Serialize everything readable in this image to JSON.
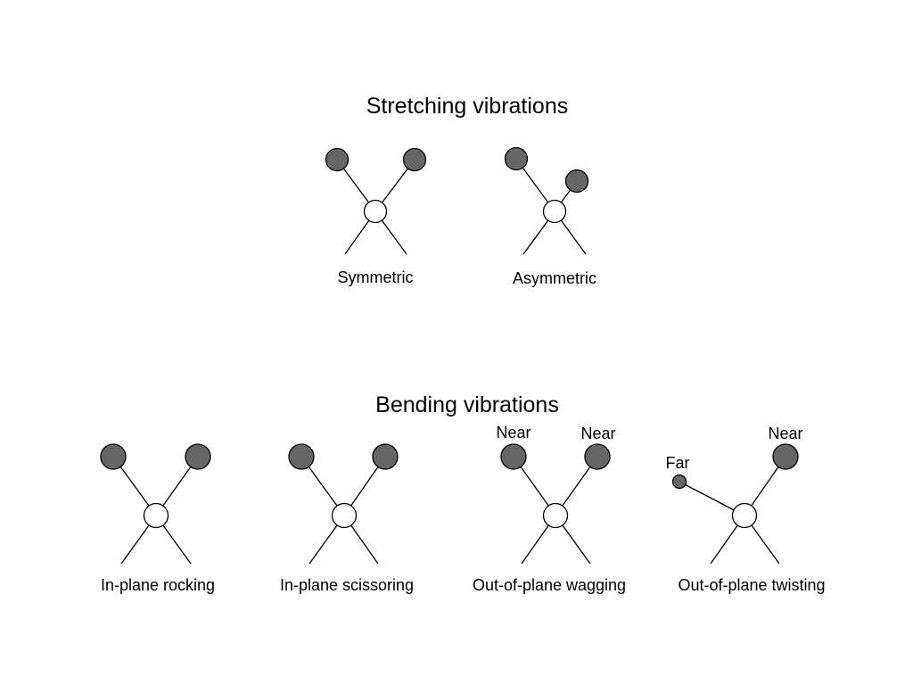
{
  "colors": {
    "background": "#ffffff",
    "outer_atom": "#666666",
    "center_atom": "#ffffff",
    "line": "#000000"
  },
  "stretching": {
    "title": "Stretching vibrations",
    "modes": [
      {
        "label": "Symmetric"
      },
      {
        "label": "Asymmetric"
      }
    ]
  },
  "bending": {
    "title": "Bending vibrations",
    "modes": [
      {
        "label": "In-plane rocking"
      },
      {
        "label": "In-plane scissoring"
      },
      {
        "label": "Out-of-plane wagging",
        "left_atom_tag": "Near",
        "right_atom_tag": "Near"
      },
      {
        "label": "Out-of-plane twisting",
        "left_atom_tag": "Far",
        "right_atom_tag": "Near"
      }
    ]
  }
}
